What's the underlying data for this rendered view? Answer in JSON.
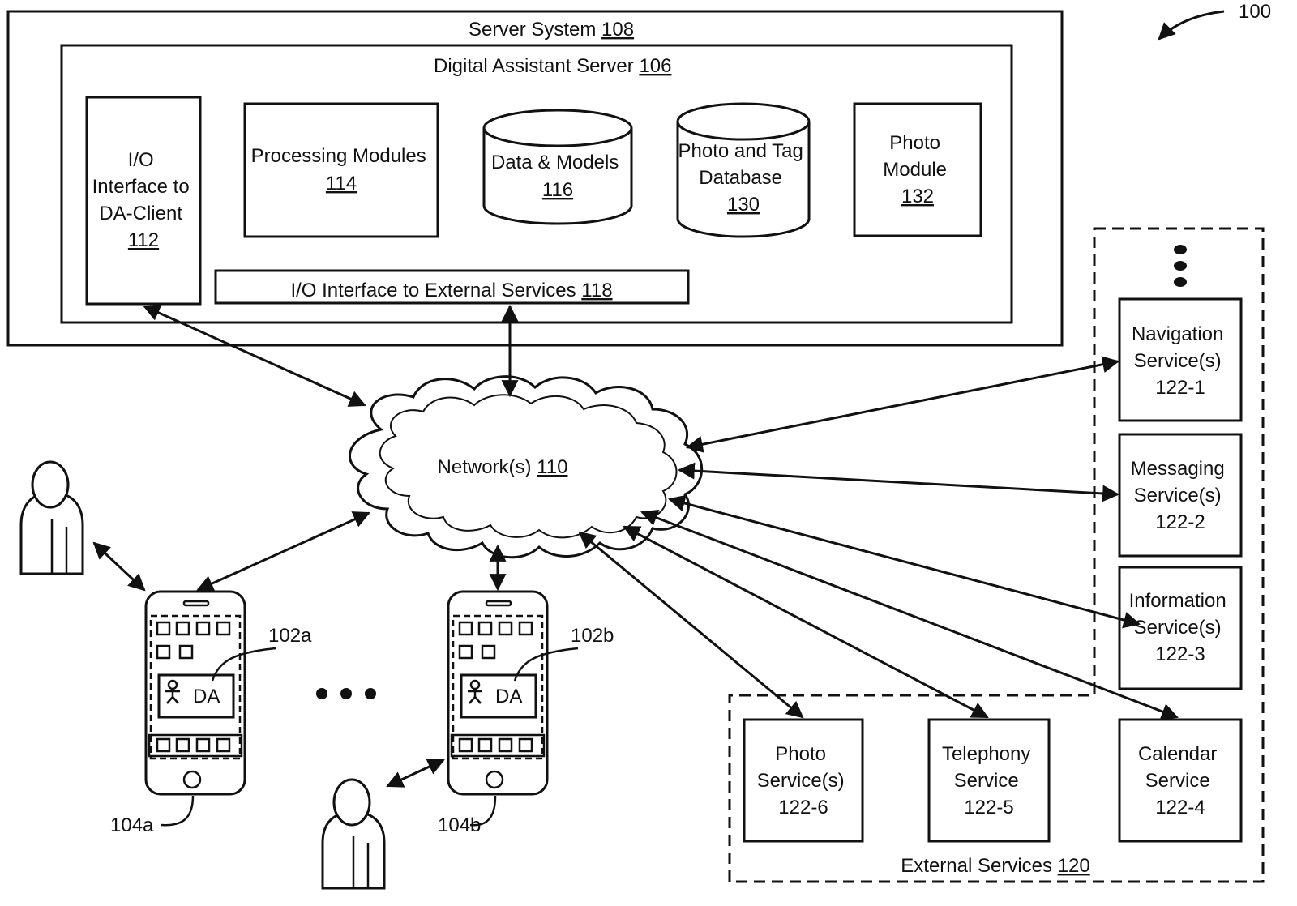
{
  "figure_ref": "100",
  "server_system": {
    "label": "Server System",
    "ref": "108"
  },
  "da_server": {
    "label": "Digital Assistant Server",
    "ref": "106"
  },
  "io_client": {
    "lines": [
      "I/O",
      "Interface to",
      "DA-Client"
    ],
    "ref": "112"
  },
  "processing": {
    "label": "Processing Modules",
    "ref": "114"
  },
  "data_models": {
    "label": "Data & Models",
    "ref": "116"
  },
  "photo_db": {
    "lines": [
      "Photo and Tag",
      "Database"
    ],
    "ref": "130"
  },
  "photo_module": {
    "lines": [
      "Photo",
      "Module"
    ],
    "ref": "132"
  },
  "io_external": {
    "label": "I/O Interface to External Services",
    "ref": "118"
  },
  "network": {
    "label": "Network(s)",
    "ref": "110"
  },
  "device_a": {
    "client_ref": "102a",
    "device_ref": "104a",
    "da_label": "DA"
  },
  "device_b": {
    "client_ref": "102b",
    "device_ref": "104b",
    "da_label": "DA"
  },
  "external_services": {
    "label": "External Services",
    "ref": "120"
  },
  "services": {
    "navigation": {
      "lines": [
        "Navigation",
        "Service(s)"
      ],
      "ref": "122-1"
    },
    "messaging": {
      "lines": [
        "Messaging",
        "Service(s)"
      ],
      "ref": "122-2"
    },
    "information": {
      "lines": [
        "Information",
        "Service(s)"
      ],
      "ref": "122-3"
    },
    "calendar": {
      "lines": [
        "Calendar",
        "Service"
      ],
      "ref": "122-4"
    },
    "telephony": {
      "lines": [
        "Telephony",
        "Service"
      ],
      "ref": "122-5"
    },
    "photo": {
      "lines": [
        "Photo",
        "Service(s)"
      ],
      "ref": "122-6"
    }
  }
}
